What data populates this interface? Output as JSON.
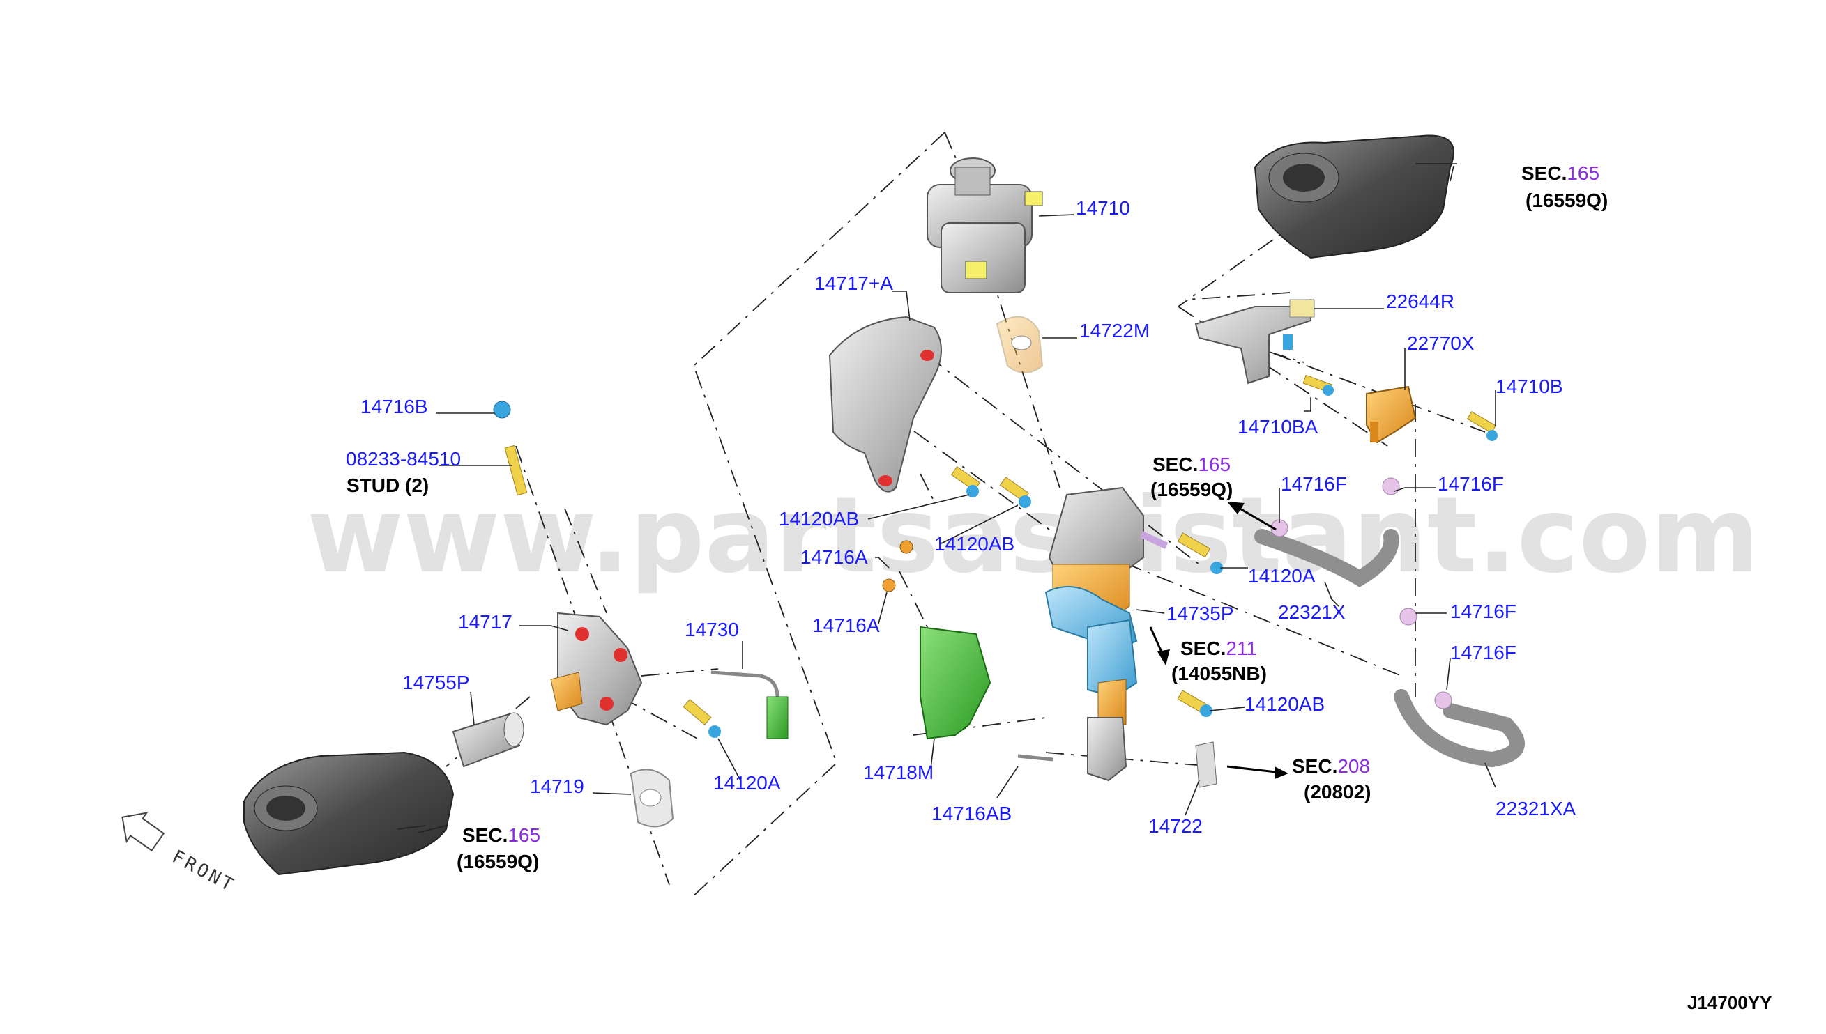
{
  "watermark": "www.partsassistant.com",
  "diagram_code": "J14700YY",
  "front_label": "FRONT",
  "parts": {
    "p14710": "14710",
    "p14717A": "14717+A",
    "p14722M": "14722M",
    "p22644R": "22644R",
    "p22770X": "22770X",
    "p14710B": "14710B",
    "p14710BA": "14710BA",
    "p14716F_1": "14716F",
    "p14716F_2": "14716F",
    "p14716F_3": "14716F",
    "p14716F_4": "14716F",
    "p14716B": "14716B",
    "p08233": "08233-84510",
    "p14120AB_1": "14120AB",
    "p14120AB_2": "14120AB",
    "p14120AB_3": "14120AB",
    "p14716A_1": "14716A",
    "p14716A_2": "14716A",
    "p14120A_1": "14120A",
    "p14120A_2": "14120A",
    "p22321X": "22321X",
    "p14735P": "14735P",
    "p14717": "14717",
    "p14730": "14730",
    "p14755P": "14755P",
    "p14719": "14719",
    "p14718M": "14718M",
    "p14716AB": "14716AB",
    "p14722": "14722",
    "p22321XA": "22321XA"
  },
  "stud_label": "STUD (2)",
  "sections": {
    "s1": {
      "prefix": "SEC.",
      "num": "165",
      "ref": "(16559Q)"
    },
    "s2": {
      "prefix": "SEC.",
      "num": "165",
      "ref": "(16559Q)"
    },
    "s3": {
      "prefix": "SEC.",
      "num": "211",
      "ref": "(14055NB)"
    },
    "s4": {
      "prefix": "SEC.",
      "num": "208",
      "ref": "(20802)"
    },
    "s5": {
      "prefix": "SEC.",
      "num": "165",
      "ref": "(16559Q)"
    }
  },
  "colors": {
    "part_number": "#1a1aff",
    "section_number": "#8a2be2",
    "bolt_blue": "#3aa6e0",
    "bolt_yellow": "#f0d24a",
    "grommet_pink": "#e6c4ea",
    "bracket_green": "#3fbf2f",
    "sensor_orange": "#f0a030",
    "gasket_yellow": "#f3e6a0",
    "seal_red": "#e03030"
  }
}
